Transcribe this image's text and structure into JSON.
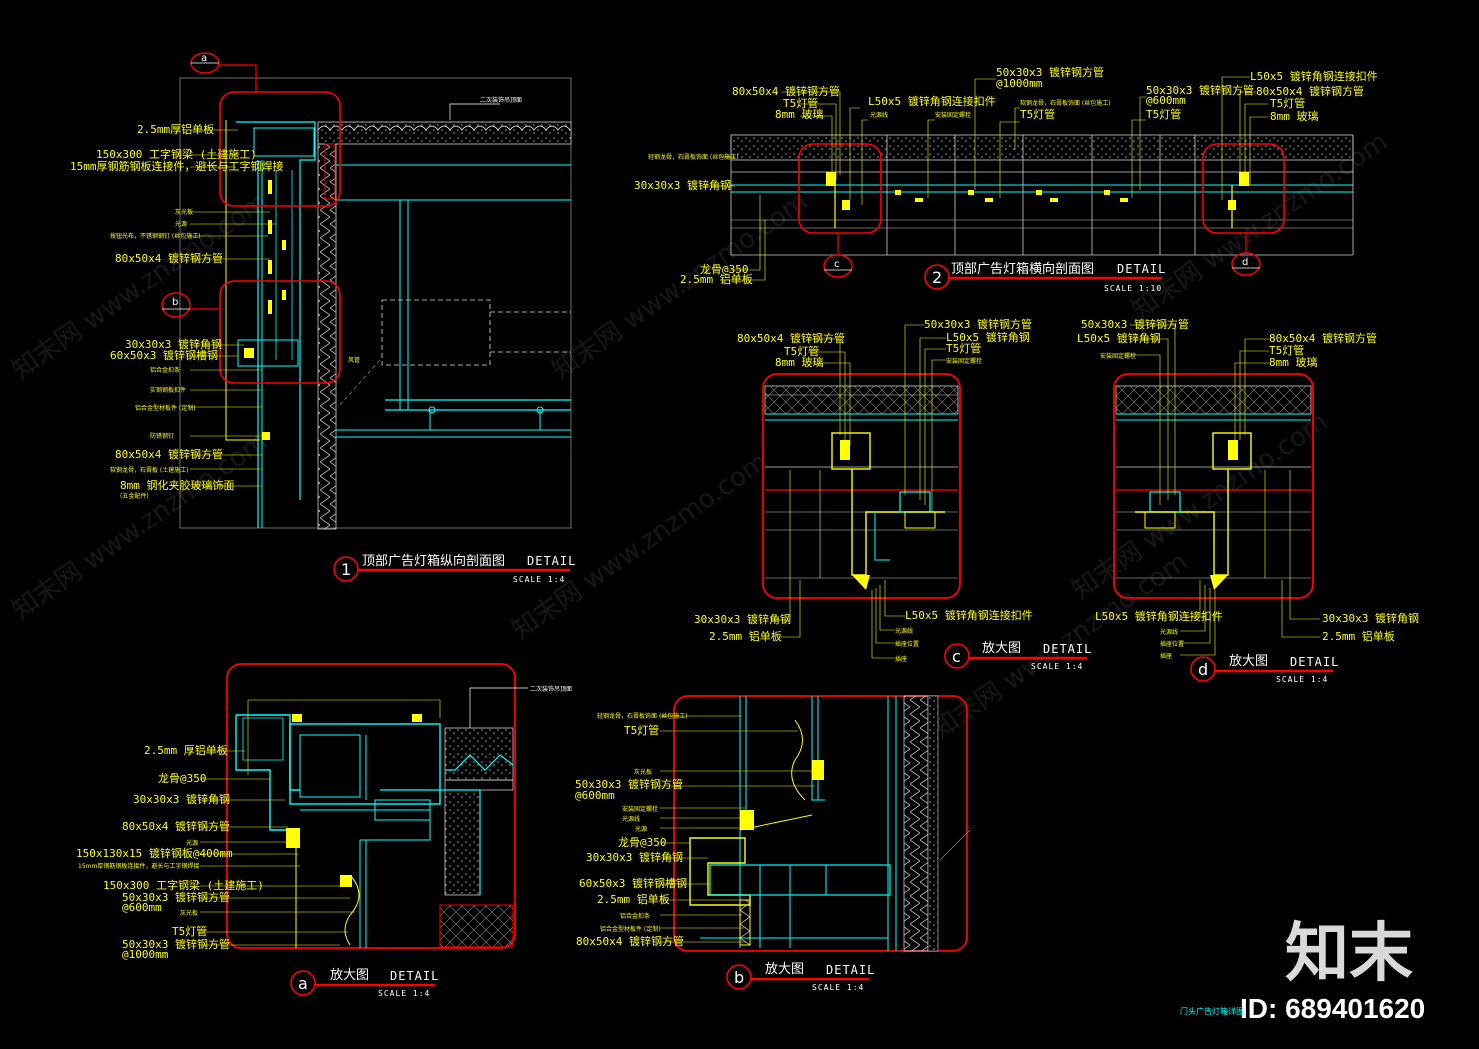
{
  "drawings": {
    "d1": {
      "num": "1",
      "title": "顶部广告灯箱纵向剖面图",
      "detail": "DETAIL",
      "scale": "SCALE  1:4"
    },
    "d2": {
      "num": "2",
      "title": "顶部广告灯箱横向剖面图",
      "detail": "DETAIL",
      "scale": "SCALE  1:10"
    },
    "c": {
      "num": "c",
      "title": "放大图",
      "detail": "DETAIL",
      "scale": "SCALE  1:4"
    },
    "d": {
      "num": "d",
      "title": "放大图",
      "detail": "DETAIL",
      "scale": "SCALE  1:4"
    },
    "a": {
      "num": "a",
      "title": "放大图",
      "detail": "DETAIL",
      "scale": "SCALE  1:4"
    },
    "b": {
      "num": "b",
      "title": "放大图",
      "detail": "DETAIL",
      "scale": "SCALE  1:4"
    }
  },
  "callout_tags": {
    "a": "a",
    "b": "b",
    "c": "c",
    "d": "d"
  },
  "labels_d1": [
    "2.5mm厚铝单板",
    "150x300 工字钢梁 (土建施工)",
    "15mm厚钢筋钢板连接件，避长与工字钢焊接",
    "灰光板",
    "光源",
    "按钮光布，不锈钢钢钉 (丝包施工)",
    "80x50x4 镀锌钢方管",
    "30x30x3 镀锌角钢",
    "60x50x3 镀锌钢槽钢",
    "铝合金扣条",
    "实钢钢板扣件",
    "铝合金型材板件 (定制)",
    "防锈钢钉",
    "80x50x4 镀锌钢方管",
    "软钢龙骨，石膏板 (土建施工)",
    "8mm 钢化夹胶玻璃饰面",
    "(五金配件)"
  ],
  "label_d1_top": "二次装饰吊顶面",
  "label_d1_air": "风管",
  "labels_d2_left": [
    "80x50x4 镀锌钢方管",
    "T5灯管",
    "8mm 玻璃",
    "轻钢龙骨，石膏板饰面 (丝包施工)",
    "30x30x3 镀锌角钢",
    "龙骨@350",
    "2.5mm 铝单板"
  ],
  "labels_d2_top": [
    "50x30x3 镀锌钢方管",
    "@1000mm",
    "L50x5 镀锌角钢连接扣件",
    "光源线",
    "安装固定螺栓",
    "软钢龙骨，石膏板饰面 (丝包施工)",
    "T5灯管",
    "50x30x3 镀锌钢方管",
    "@600mm",
    "T5灯管"
  ],
  "labels_d2_right": [
    "L50x5 镀锌角钢连接扣件",
    "80x50x4 镀锌钢方管",
    "T5灯管",
    "8mm 玻璃"
  ],
  "labels_c_top": [
    "80x50x4 镀锌钢方管",
    "T5灯管",
    "8mm 玻璃",
    "50x30x3 镀锌钢方管",
    "L50x5 镀锌角钢",
    "T5灯管",
    "安装固定螺栓"
  ],
  "labels_c_bottom": [
    "30x30x3 镀锌角钢",
    "2.5mm 铝单板",
    "L50x5 镀锌角钢连接扣件",
    "光源线",
    "插座位置",
    "插座"
  ],
  "labels_d_top": [
    "50x30x3 镀锌钢方管",
    "L50x5 镀锌角钢",
    "安装固定螺栓",
    "80x50x4 镀锌钢方管",
    "T5灯管",
    "8mm 玻璃"
  ],
  "labels_d_bottom": [
    "L50x5 镀锌角钢连接扣件",
    "光源线",
    "插座位置",
    "插座",
    "30x30x3 镀锌角钢",
    "2.5mm 铝单板"
  ],
  "labels_a": [
    "2.5mm 厚铝单板",
    "龙骨@350",
    "30x30x3 镀锌角钢",
    "80x50x4 镀锌钢方管",
    "光源",
    "150x130x15 镀锌钢板@400mm",
    "15mm厚钢筋钢板连接件，避长与工字钢焊接",
    "150x300 工字钢梁 (土建施工)",
    "50x30x3 镀锌钢方管",
    "@600mm",
    "灰光板",
    "T5灯管",
    "50x30x3 镀锌钢方管",
    "@1000mm"
  ],
  "label_a_top": "二次装饰吊顶面",
  "labels_b": [
    "轻钢龙骨，石膏板饰面 (丝包施工)",
    "T5灯管",
    "灰光板",
    "50x30x3 镀锌钢方管",
    "@600mm",
    "安装固定螺栓",
    "光源线",
    "光源",
    "龙骨@350",
    "30x30x3 镀锌角钢",
    "60x50x3 镀锌钢槽钢",
    "2.5mm 铝单板",
    "铝合金扣条",
    "铝合金型材板件 (定制)",
    "80x50x4 镀锌钢方管"
  ],
  "watermark": "知末网 www.znzmo.com",
  "brand": "知末",
  "image_id": "ID: 689401620",
  "footer_note": "门头广告灯箱详图",
  "colors": {
    "background": "#000000",
    "annotation": "#ffff00",
    "outline": "#ff0000",
    "structure": "#00ffff",
    "text": "#ffffff"
  }
}
